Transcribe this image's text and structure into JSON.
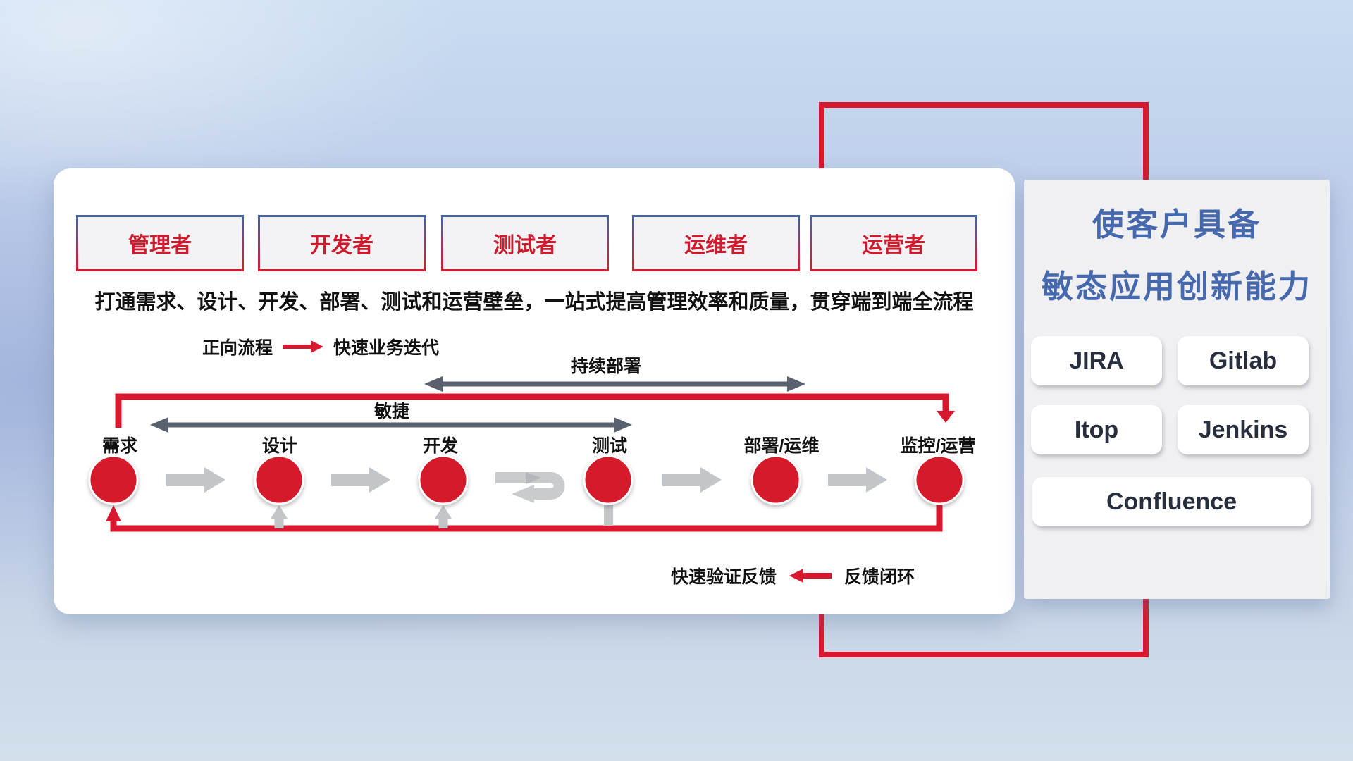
{
  "card": {
    "roles": [
      "管理者",
      "开发者",
      "测试者",
      "运维者",
      "运营者"
    ],
    "headline": "打通需求、设计、开发、部署、测试和运营壁垒，一站式提高管理效率和质量，贯穿端到端全流程",
    "legend_forward": {
      "label": "正向流程",
      "result": "快速业务迭代"
    },
    "arrow_continuous_deploy": "持续部署",
    "arrow_agile": "敏捷",
    "stages": [
      "需求",
      "设计",
      "开发",
      "测试",
      "部署/运维",
      "监控/运营"
    ],
    "legend_feedback": {
      "label": "快速验证反馈",
      "name": "反馈闭环"
    }
  },
  "panel": {
    "title_line1": "使客户具备",
    "title_line2": "敏态应用创新能力",
    "tools": [
      "JIRA",
      "Gitlab",
      "Itop",
      "Jenkins",
      "Confluence"
    ]
  },
  "colors": {
    "red": "#d7182e",
    "title_blue": "#4668ad",
    "dark_arrow": "#59616e",
    "gray_arrow": "#c3c6c9"
  }
}
